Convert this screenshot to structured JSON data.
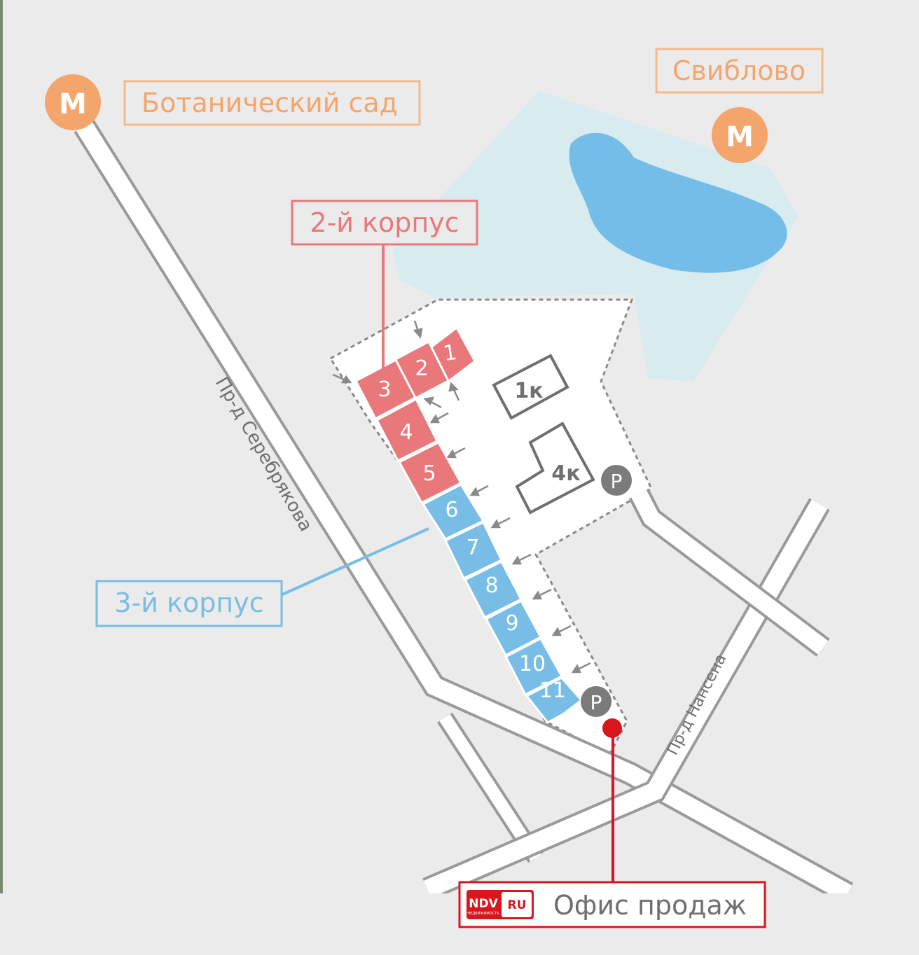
{
  "metro": {
    "glyph": "М",
    "botanical_garden": "Ботанический сад",
    "sviblovo": "Свиблово"
  },
  "streets": {
    "serebryakova": "Пр-д Серебрякова",
    "nansena": "Пр-д Нансена"
  },
  "corpus_labels": {
    "second": "2-й корпус",
    "third": "3-й корпус"
  },
  "sections": {
    "red": [
      "1",
      "2",
      "3",
      "4",
      "5"
    ],
    "blue": [
      "6",
      "7",
      "8",
      "9",
      "10",
      "11"
    ]
  },
  "buildings": {
    "b1": "1к",
    "b4": "4к"
  },
  "parking_glyph": "P",
  "office": {
    "logo_left": "NDV",
    "logo_right": "RU",
    "logo_sub": "НЕДВИЖИМОСТЬ",
    "label": "Офис продаж"
  },
  "colors": {
    "metro_orange": "#f4a56c",
    "corpus2_red": "#e8787a",
    "corpus3_blue": "#78bde6",
    "lake_blue": "#74bde8",
    "park_teal": "#d8ebee",
    "parking_gray": "#7b7b7b",
    "office_red": "#d9161d",
    "background": "#ebebeb"
  }
}
